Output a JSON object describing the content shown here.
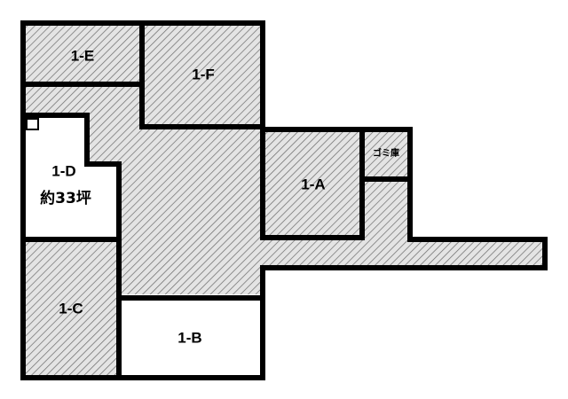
{
  "floor_plan": {
    "units": {
      "e": {
        "label": "1-E"
      },
      "f": {
        "label": "1-F"
      },
      "d": {
        "label": "1-D",
        "area": "約33坪"
      },
      "a": {
        "label": "1-A"
      },
      "trash": {
        "label": "ゴミ庫"
      },
      "c": {
        "label": "1-C"
      },
      "b": {
        "label": "1-B"
      }
    },
    "colors": {
      "wall": "#000000",
      "hatch_bg": "#e4e4e4",
      "hatch_line": "#6a6a6a",
      "vacant": "#ffffff"
    }
  }
}
